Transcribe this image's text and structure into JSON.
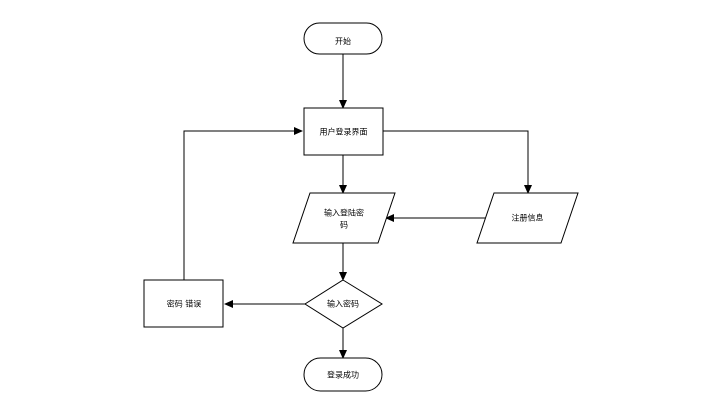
{
  "nodes": {
    "start": {
      "label": "开始"
    },
    "login_ui": {
      "label": "用户登录界面"
    },
    "input_credentials": {
      "line1": "输入登陆密",
      "line2": "码"
    },
    "register_info": {
      "label": "注册信息"
    },
    "check_password": {
      "label": "输入密码"
    },
    "password_error": {
      "label": "密码 错误"
    },
    "login_success": {
      "label": "登录成功"
    }
  },
  "colors": {
    "stroke": "#000000",
    "fill": "#ffffff",
    "text": "#000000"
  }
}
